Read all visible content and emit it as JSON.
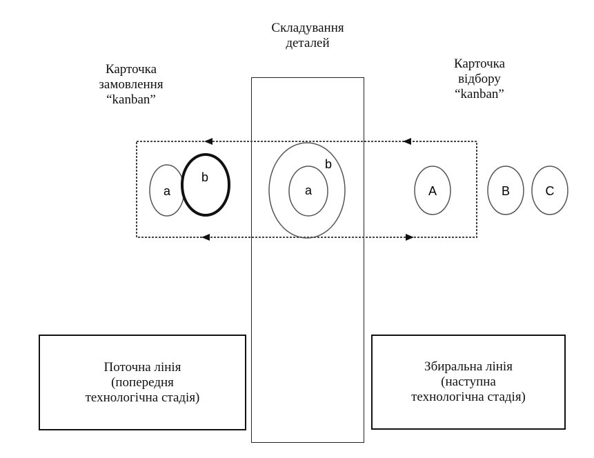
{
  "storage": {
    "line1": "Складування",
    "line2": "деталей"
  },
  "order_card": {
    "line1": "Карточка",
    "line2": "замовлення",
    "line3": "“kanban”"
  },
  "pick_card": {
    "line1": "Карточка",
    "line2": "відбору",
    "line3": "“kanban”"
  },
  "current_line": {
    "line1": "Поточна лінія",
    "line2": "(попередня",
    "line3": "технологічна стадія)"
  },
  "assembly_line": {
    "line1": "Збиральна лінія",
    "line2": "(наступна",
    "line3": "технологічна стадія)"
  },
  "parts": {
    "left_a": "a",
    "left_b": "b",
    "center_a": "a",
    "center_b": "b",
    "A": "A",
    "B": "B",
    "C": "C"
  }
}
